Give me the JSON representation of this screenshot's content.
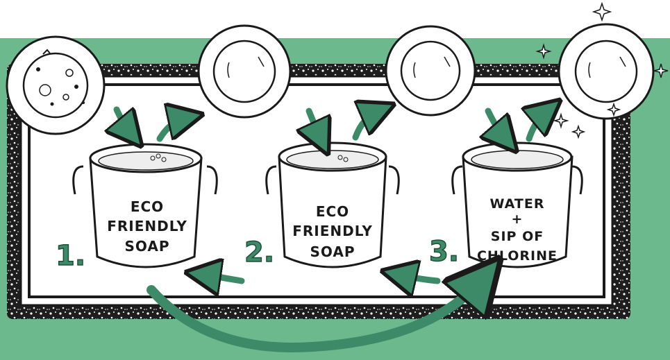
{
  "colors": {
    "accent_green": "#6db98e",
    "arrow_green": "#3c8a68",
    "ink": "#1a1a1a",
    "frame_white": "#ffffff"
  },
  "steps": [
    {
      "number": "1.",
      "bucket_label": [
        "ECO",
        "FRIENDLY",
        "SOAP"
      ],
      "plate_state": "dirty"
    },
    {
      "number": "2.",
      "bucket_label": [
        "ECO",
        "FRIENDLY",
        "SOAP"
      ],
      "plate_state": "clean"
    },
    {
      "number": "3.",
      "bucket_label": [
        "WATER",
        "+",
        "SIP OF",
        "CHLORINE"
      ],
      "plate_state": "sparkling"
    }
  ],
  "icons": [
    "dirty-plate-icon",
    "clean-plate-icon",
    "sparkle-icon",
    "bucket-icon",
    "flow-arrow-icon"
  ]
}
